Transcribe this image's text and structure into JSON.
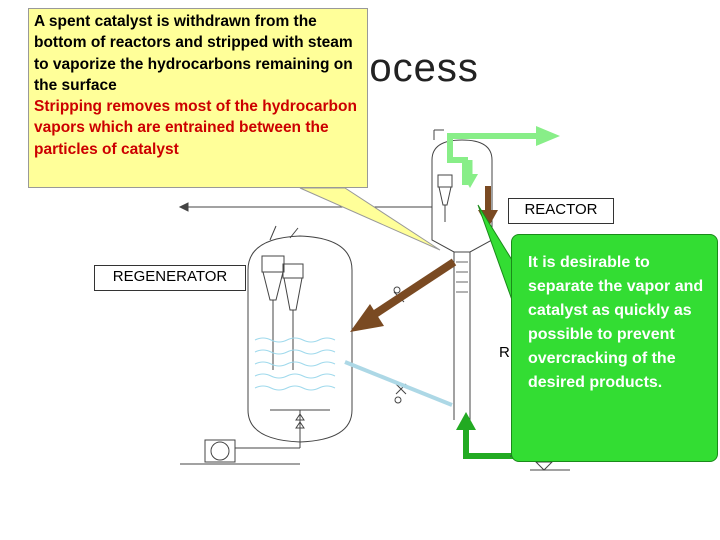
{
  "title_fragment": "rocess",
  "labels": {
    "reactor": "REACTOR",
    "regenerator": "REGENERATOR",
    "r_fragment": "R"
  },
  "callout_left": {
    "main_text": "A spent catalyst is withdrawn from the bottom of reactors and stripped with steam to vaporize the hydrocarbons remaining on the surface",
    "sub_text": "Stripping removes most of the hydrocarbon vapors which are entrained between the particles of catalyst"
  },
  "callout_right": {
    "text": "It is desirable to separate the vapor and catalyst as quickly as possible to prevent overcracking of the desired products."
  },
  "colors": {
    "left_callout_bg": "#ffff99",
    "left_callout_subtext": "#cc0000",
    "right_callout_bg": "#33dd33",
    "flow_green": "#22aa22",
    "vapor_light_green": "#88ee88",
    "spent_catalyst_brown": "#7a4a22",
    "regenerated_catalyst_blue": "#add8e6"
  }
}
